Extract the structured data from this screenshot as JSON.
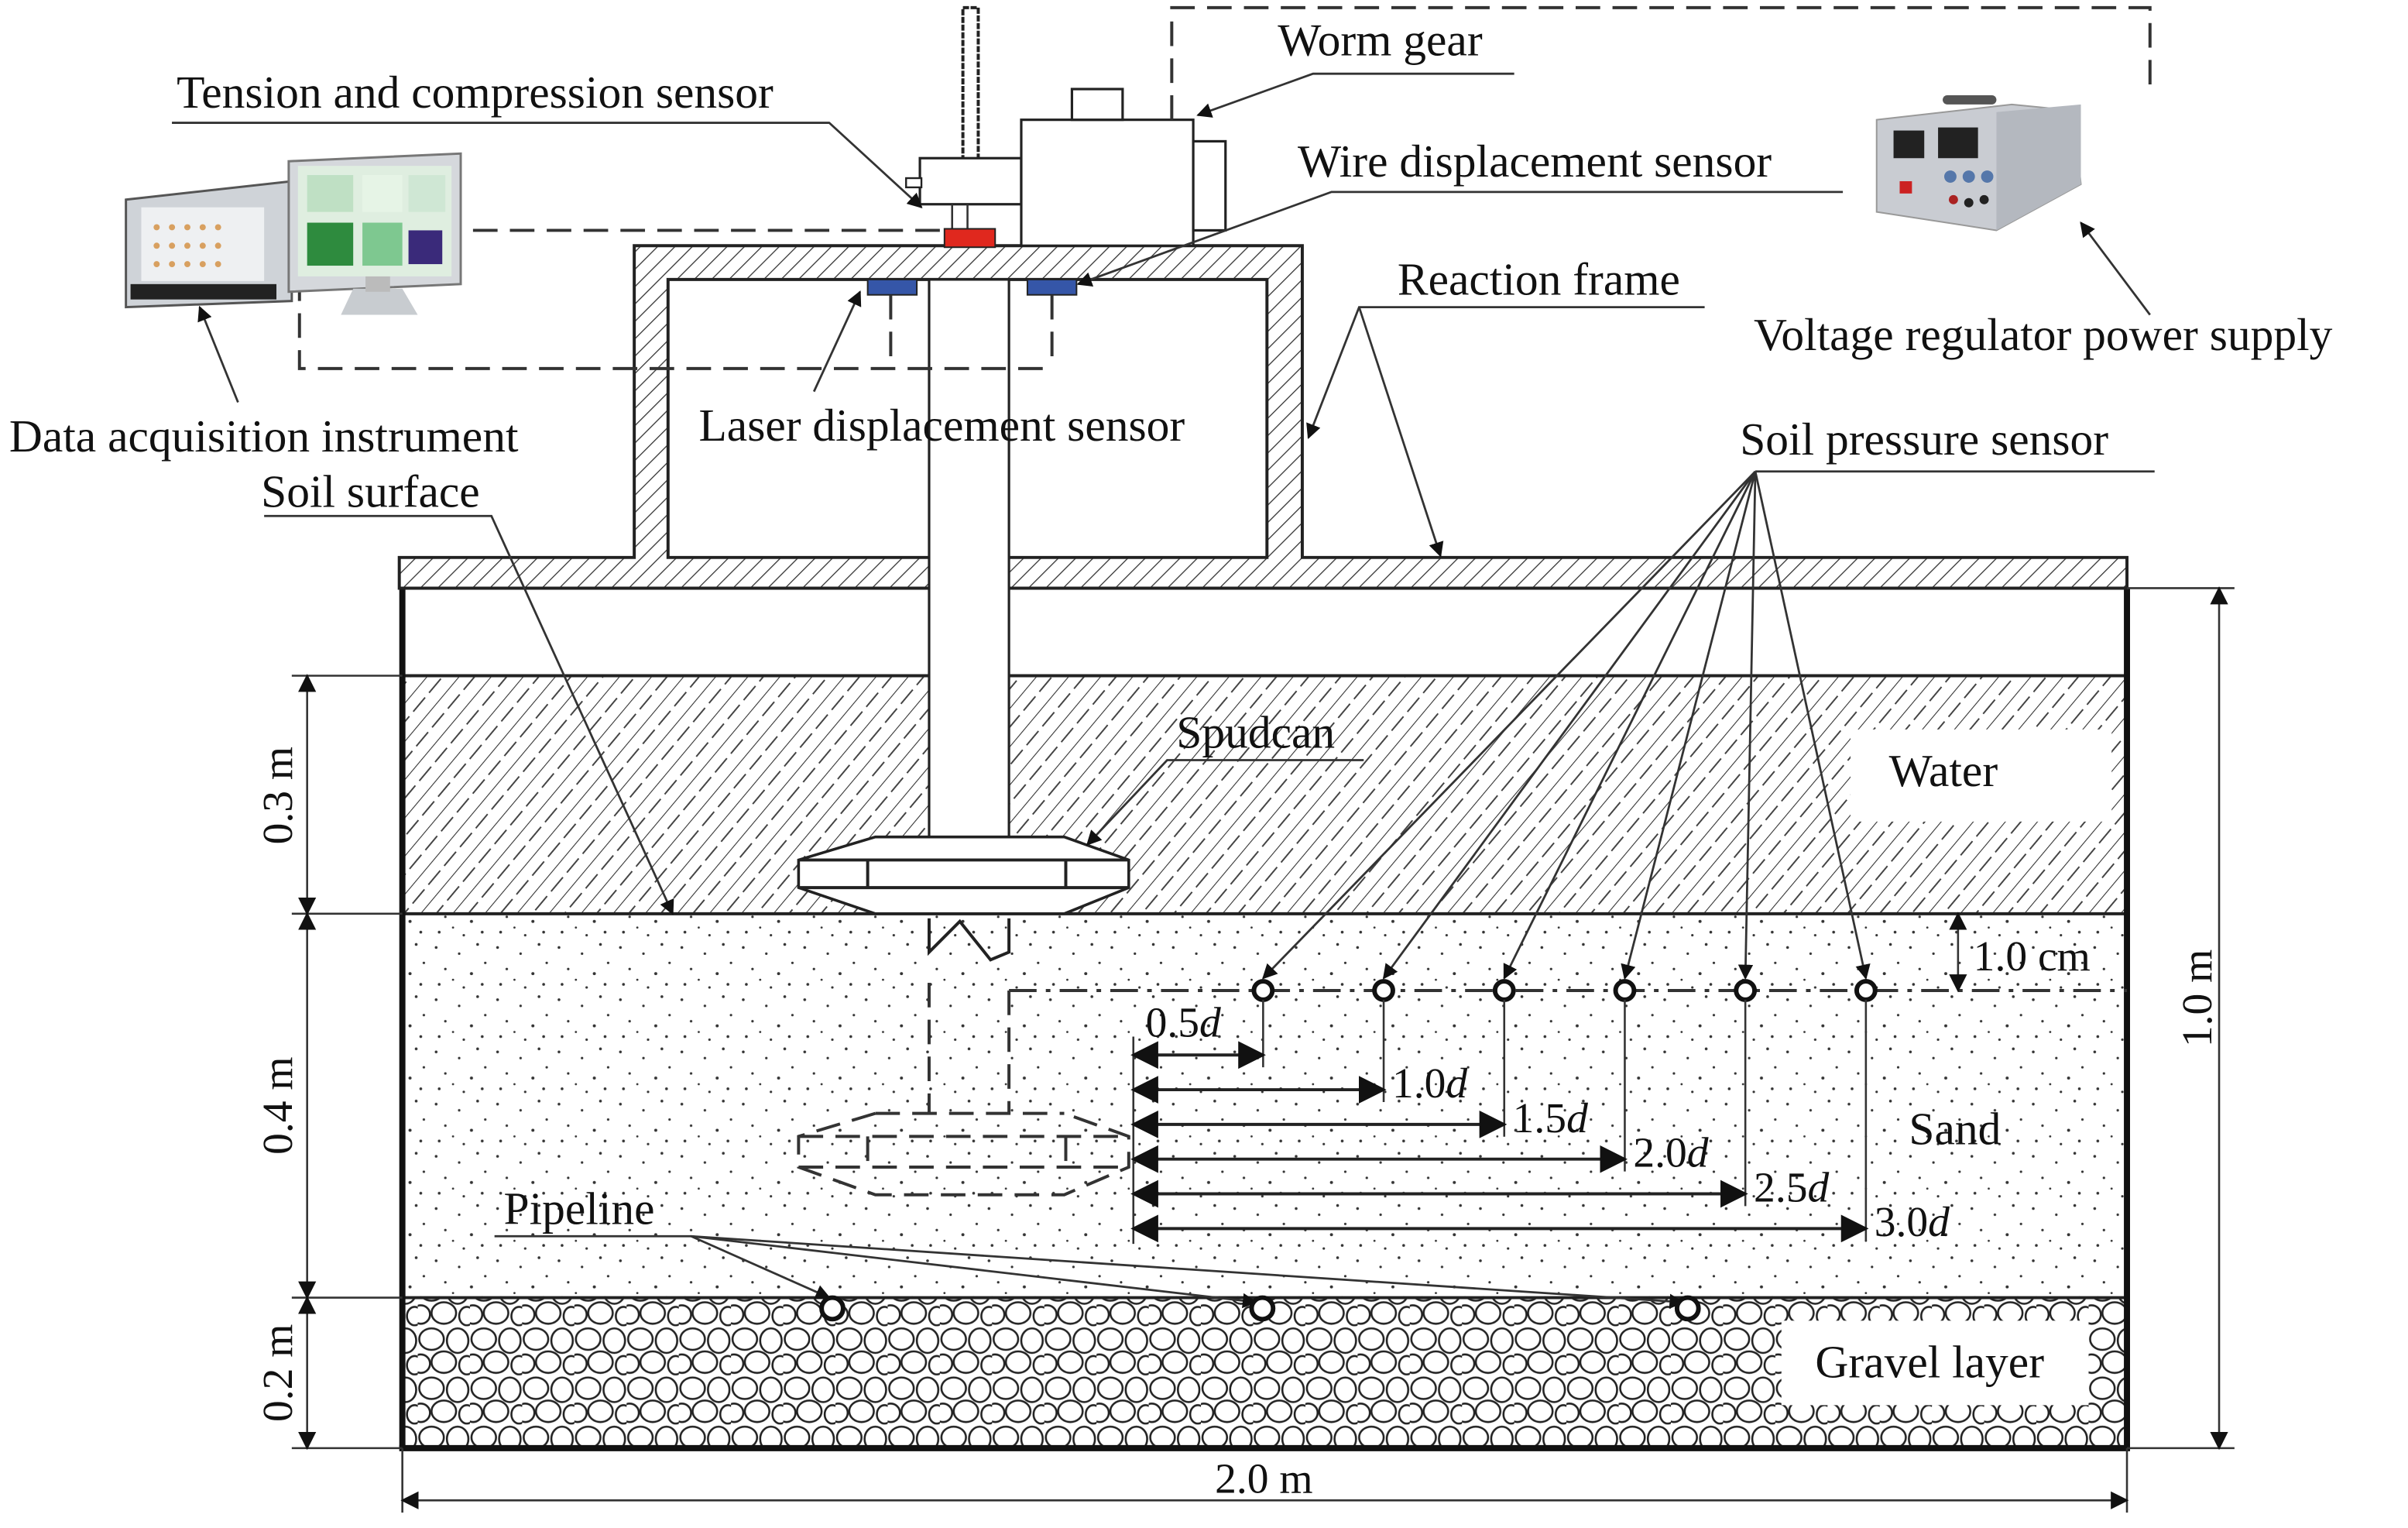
{
  "figure": {
    "title": "Spudcan penetration model test setup",
    "labels": {
      "tension_sensor": "Tension and compression sensor",
      "worm_gear": "Worm gear",
      "wire_sensor": "Wire displacement sensor",
      "reaction_frame": "Reaction frame",
      "voltage_supply": "Voltage regulator power supply",
      "data_acq": "Data acquisition instrument",
      "laser_sensor": "Laser displacement sensor",
      "soil_surface": "Soil surface",
      "soil_pressure": "Soil pressure sensor",
      "spudcan": "Spudcan",
      "water": "Water",
      "sand": "Sand",
      "gravel": "Gravel layer",
      "pipeline": "Pipeline"
    },
    "dimensions": {
      "water_depth": "0.3 m",
      "sand_depth": "0.4 m",
      "gravel_depth": "0.2 m",
      "total_height": "1.0 m",
      "total_width": "2.0 m",
      "sensor_depth": "1.0 cm"
    },
    "sensor_offsets": [
      {
        "num": "0.5",
        "unit": "d"
      },
      {
        "num": "1.0",
        "unit": "d"
      },
      {
        "num": "1.5",
        "unit": "d"
      },
      {
        "num": "2.0",
        "unit": "d"
      },
      {
        "num": "2.5",
        "unit": "d"
      },
      {
        "num": "3.0",
        "unit": "d"
      }
    ],
    "colors": {
      "tension_sensor": "#e0281e",
      "laser_sensor": "#3556a8"
    }
  }
}
